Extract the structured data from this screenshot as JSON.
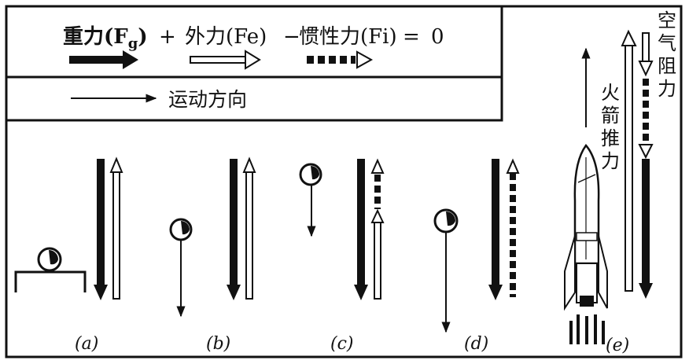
{
  "legend": {
    "equation": {
      "gravity_label": "重力(F",
      "gravity_sub": "g",
      "gravity_close": ")",
      "plus": "+",
      "external_label": "外力(Fe)",
      "minus": "−",
      "inertia_label": "惯性力(Fi)",
      "equals": "=",
      "zero": "0"
    },
    "motion_label": "运动方向"
  },
  "panels": [
    {
      "label": "(a)"
    },
    {
      "label": "(b)"
    },
    {
      "label": "(c)"
    },
    {
      "label": "(d)"
    },
    {
      "label": "(e)"
    }
  ],
  "rocket": {
    "thrust_label": [
      "火",
      "箭",
      "推",
      "力"
    ],
    "air_resistance_label": [
      "空",
      "气",
      "阻",
      "力"
    ]
  },
  "colors": {
    "ink": "#111111",
    "paper": "#ffffff"
  }
}
